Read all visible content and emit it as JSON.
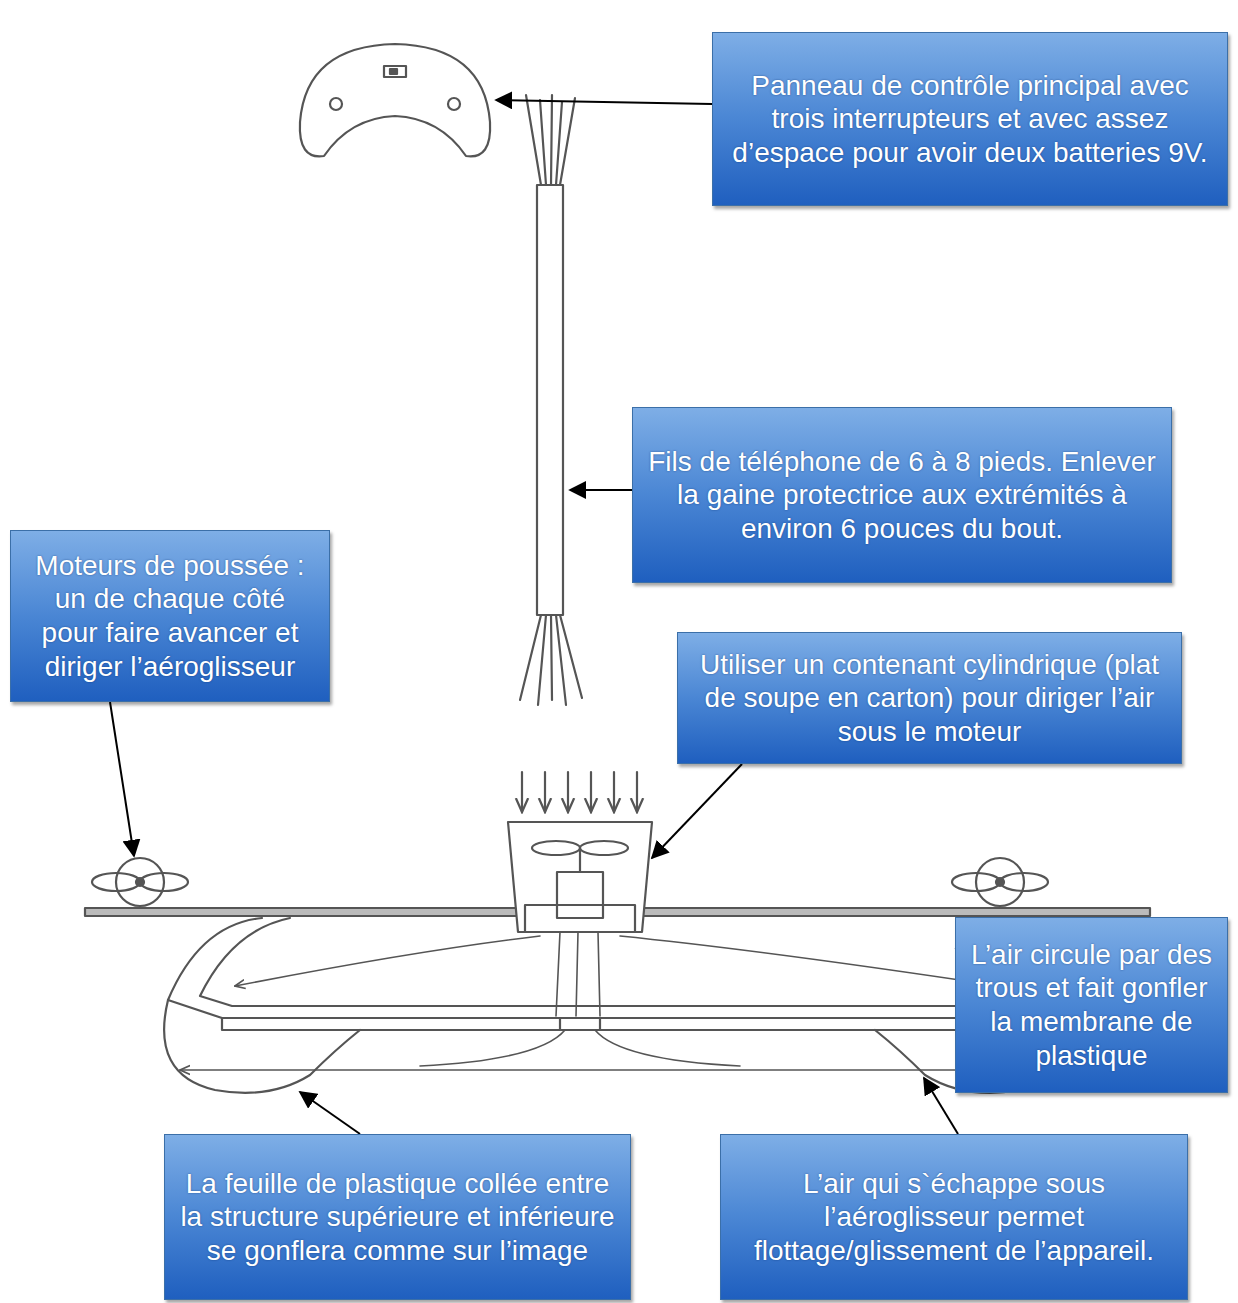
{
  "diagram": {
    "nodes": [
      {
        "text": [
          "Panneau de contrôle principal avec trois interrupteurs et avec assez d’espace pour avoir deux batteries 9V."
        ]
      },
      {
        "text": [
          "Fils de téléphone de 6 à 8 pieds. Enlever la gaine protectrice aux extrémités à environ 6 pouces du bout."
        ]
      },
      {
        "text": [
          "Moteurs de poussée : un de chaque côté pour faire avancer et diriger l’aéroglisseur"
        ]
      },
      {
        "text": [
          "Utiliser un contenant cylindrique (plat de soupe en carton) pour diriger l’air sous le moteur"
        ]
      },
      {
        "text": [
          "L’air circule par des trous et fait gonfler la membrane de plastique"
        ]
      },
      {
        "text": [
          "La feuille de plastique collée entre la structure supérieure et inférieure se gonflera comme sur l’image"
        ]
      },
      {
        "text": [
          "L’air qui s`échappe sous l’aéroglisseur permet flottage/glissement de l’appareil."
        ]
      }
    ]
  }
}
